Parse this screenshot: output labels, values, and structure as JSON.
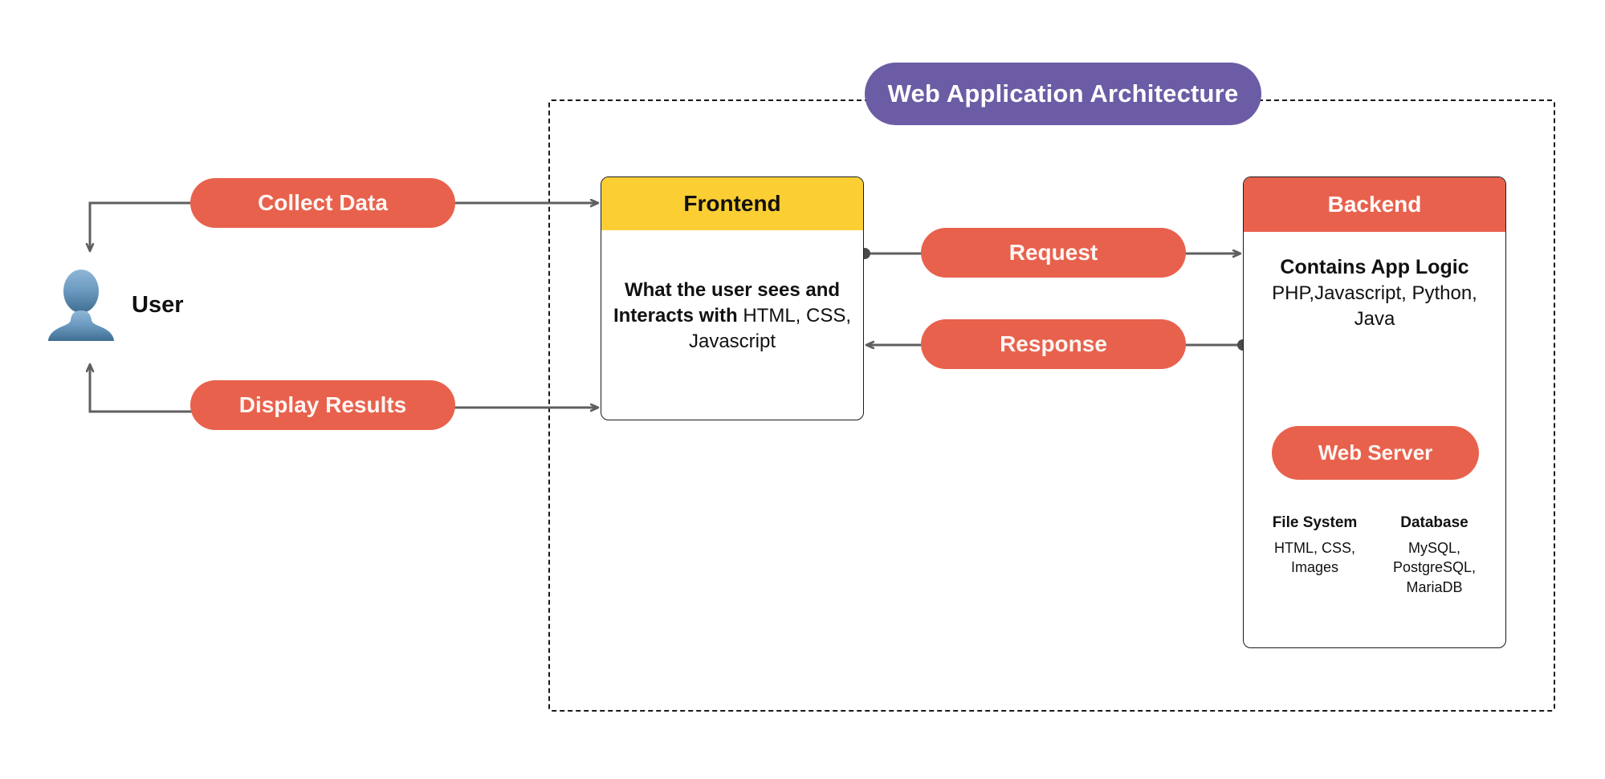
{
  "title": {
    "text": "Web Application Architecture",
    "color": "#6B5CA5"
  },
  "colors": {
    "coral": "#E8614D",
    "yellow": "#FBCF33",
    "purple": "#6B5CA5",
    "connector": "#5f5f5f",
    "card_border": "#1a1a1a",
    "boundary": "#1a1a1a"
  },
  "user": {
    "label": "User",
    "icon": "user-avatar-icon"
  },
  "pills": {
    "collect_data": "Collect Data",
    "display_results": "Display Results",
    "request": "Request",
    "response": "Response",
    "web_server": "Web Server"
  },
  "frontend": {
    "header": "Frontend",
    "body_bold": "What the user sees and Interacts with",
    "body_regular": "HTML, CSS, Javascript"
  },
  "backend": {
    "header": "Backend",
    "logic_bold": "Contains App Logic",
    "logic_regular": "PHP,Javascript, Python, Java",
    "columns": [
      {
        "title": "File System",
        "text": "HTML, CSS, Images"
      },
      {
        "title": "Database",
        "text": "MySQL, PostgreSQL, MariaDB"
      }
    ]
  }
}
